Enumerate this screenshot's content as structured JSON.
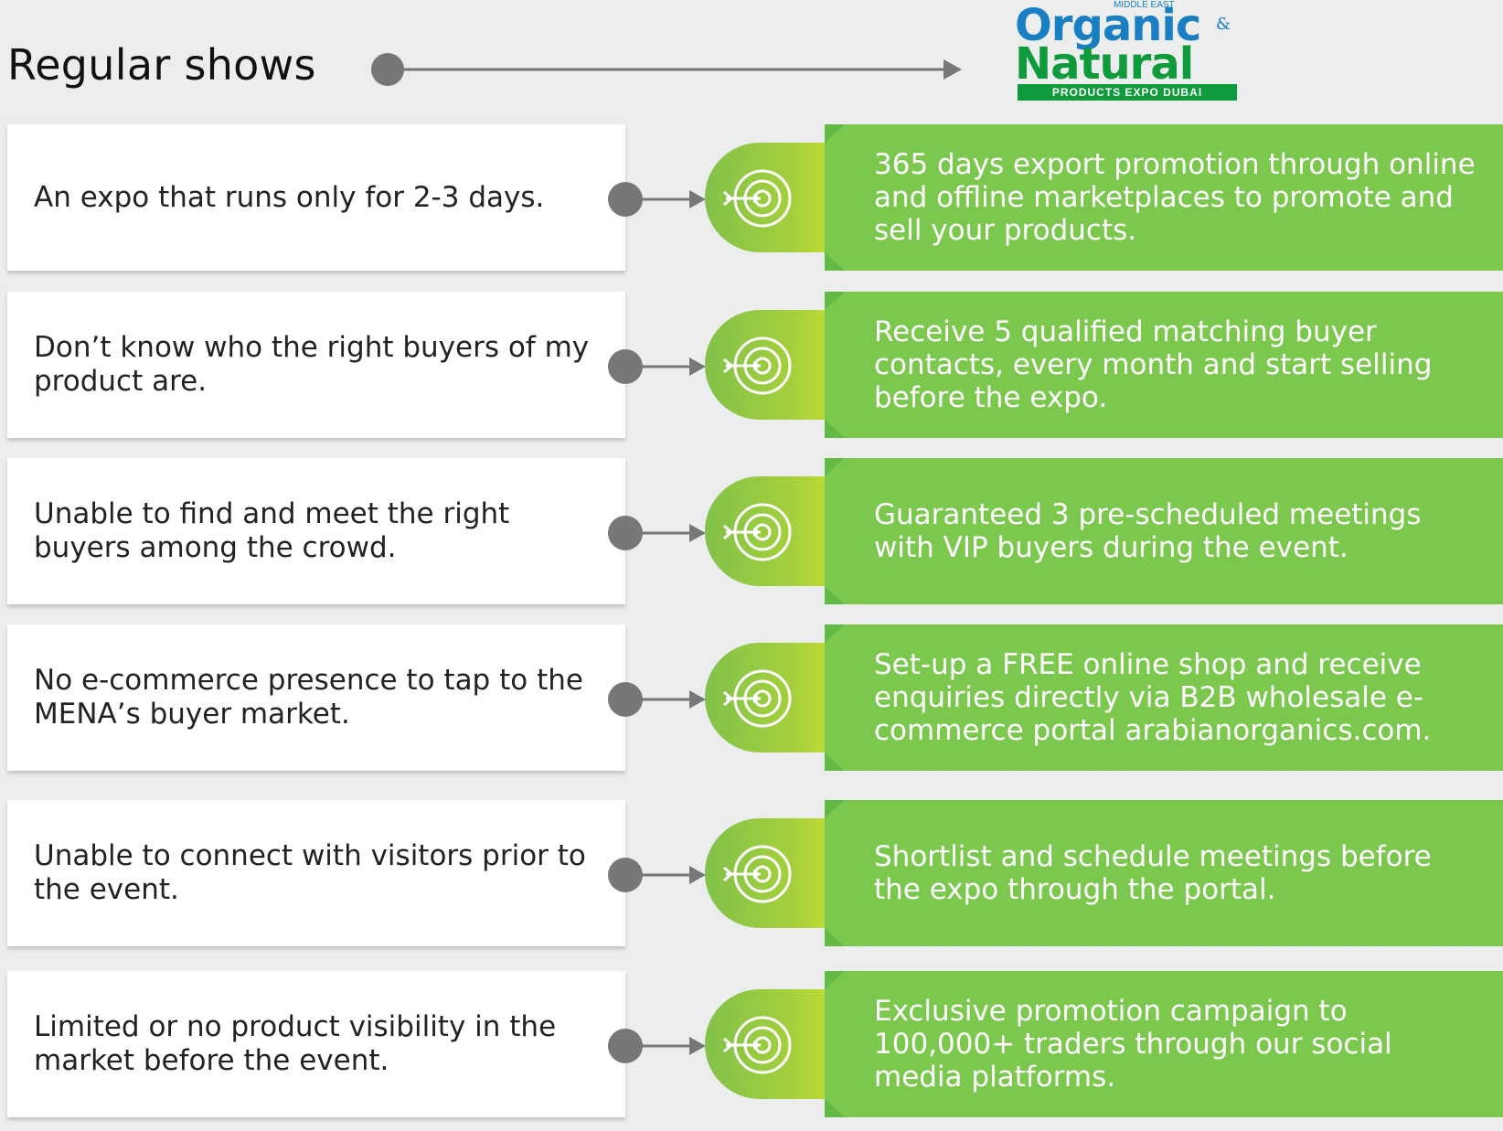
{
  "header": {
    "title": "Regular shows"
  },
  "logo": {
    "middle_east": "MIDDLE EAST",
    "line1": "Organic",
    "ampersand": "&",
    "line2": "Natural",
    "band": "PRODUCTS EXPO DUBAI"
  },
  "colors": {
    "banner_green": "#6cc04a",
    "pill_green": "#a6d03c",
    "connector_gray": "#777777",
    "logo_blue": "#1a7fc2",
    "logo_green": "#0f9a3c"
  },
  "rows": [
    {
      "problem": "An expo that runs only for 2-3 days.",
      "solution": "365 days export promotion through online and offline marketplaces to promote and sell your products.",
      "icon": "target-icon"
    },
    {
      "problem": "Don’t know who the right buyers of my product are.",
      "solution": "Receive 5 qualified matching buyer contacts, every month and start selling before the expo.",
      "icon": "target-icon"
    },
    {
      "problem": "Unable to find and meet the right buyers among the crowd.",
      "solution": "Guaranteed 3 pre-scheduled meetings with VIP buyers during the event.",
      "icon": "target-icon"
    },
    {
      "problem": "No e-commerce presence to tap to the MENA’s buyer market.",
      "solution": "Set-up a FREE online shop and receive enquiries directly via B2B wholesale e-commerce portal arabianorganics.com.",
      "icon": "target-icon"
    },
    {
      "problem": "Unable to connect with visitors prior to the event.",
      "solution": "Shortlist and schedule meetings before the expo through the portal.",
      "icon": "target-icon"
    },
    {
      "problem": "Limited or no product visibility in the market before the event.",
      "solution": "Exclusive promotion campaign to 100,000+ traders through our social media platforms.",
      "icon": "target-icon"
    }
  ]
}
